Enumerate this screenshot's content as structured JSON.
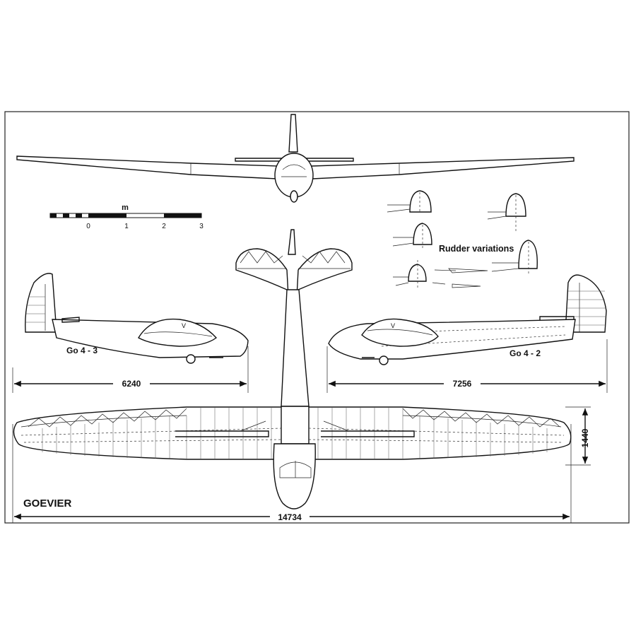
{
  "aircraft_name": "GOEVIER",
  "views": {
    "left_profile_label": "Go 4 - 3",
    "right_profile_label": "Go 4 - 2",
    "rudder_variations_label": "Rudder variations"
  },
  "scale_bar": {
    "unit": "m",
    "ticks": [
      "0",
      "1",
      "2",
      "3"
    ]
  },
  "dimensions": {
    "length_go43": "6240",
    "length_go42": "7256",
    "wingspan": "14734",
    "wing_root_chord": "1440"
  },
  "line_color": "#111111",
  "paper_color": "#ffffff"
}
